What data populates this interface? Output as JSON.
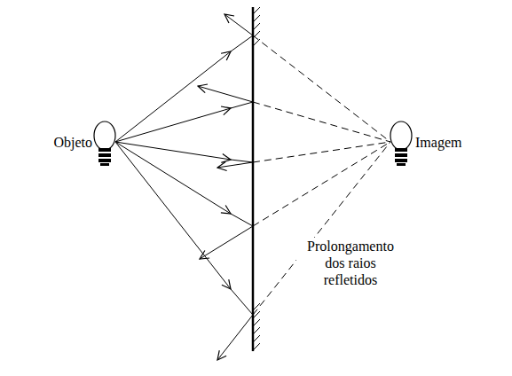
{
  "diagram": {
    "labels": [
      "Objeto",
      "Imagem",
      "Prolongamento dos raios refletidos"
    ]
  }
}
